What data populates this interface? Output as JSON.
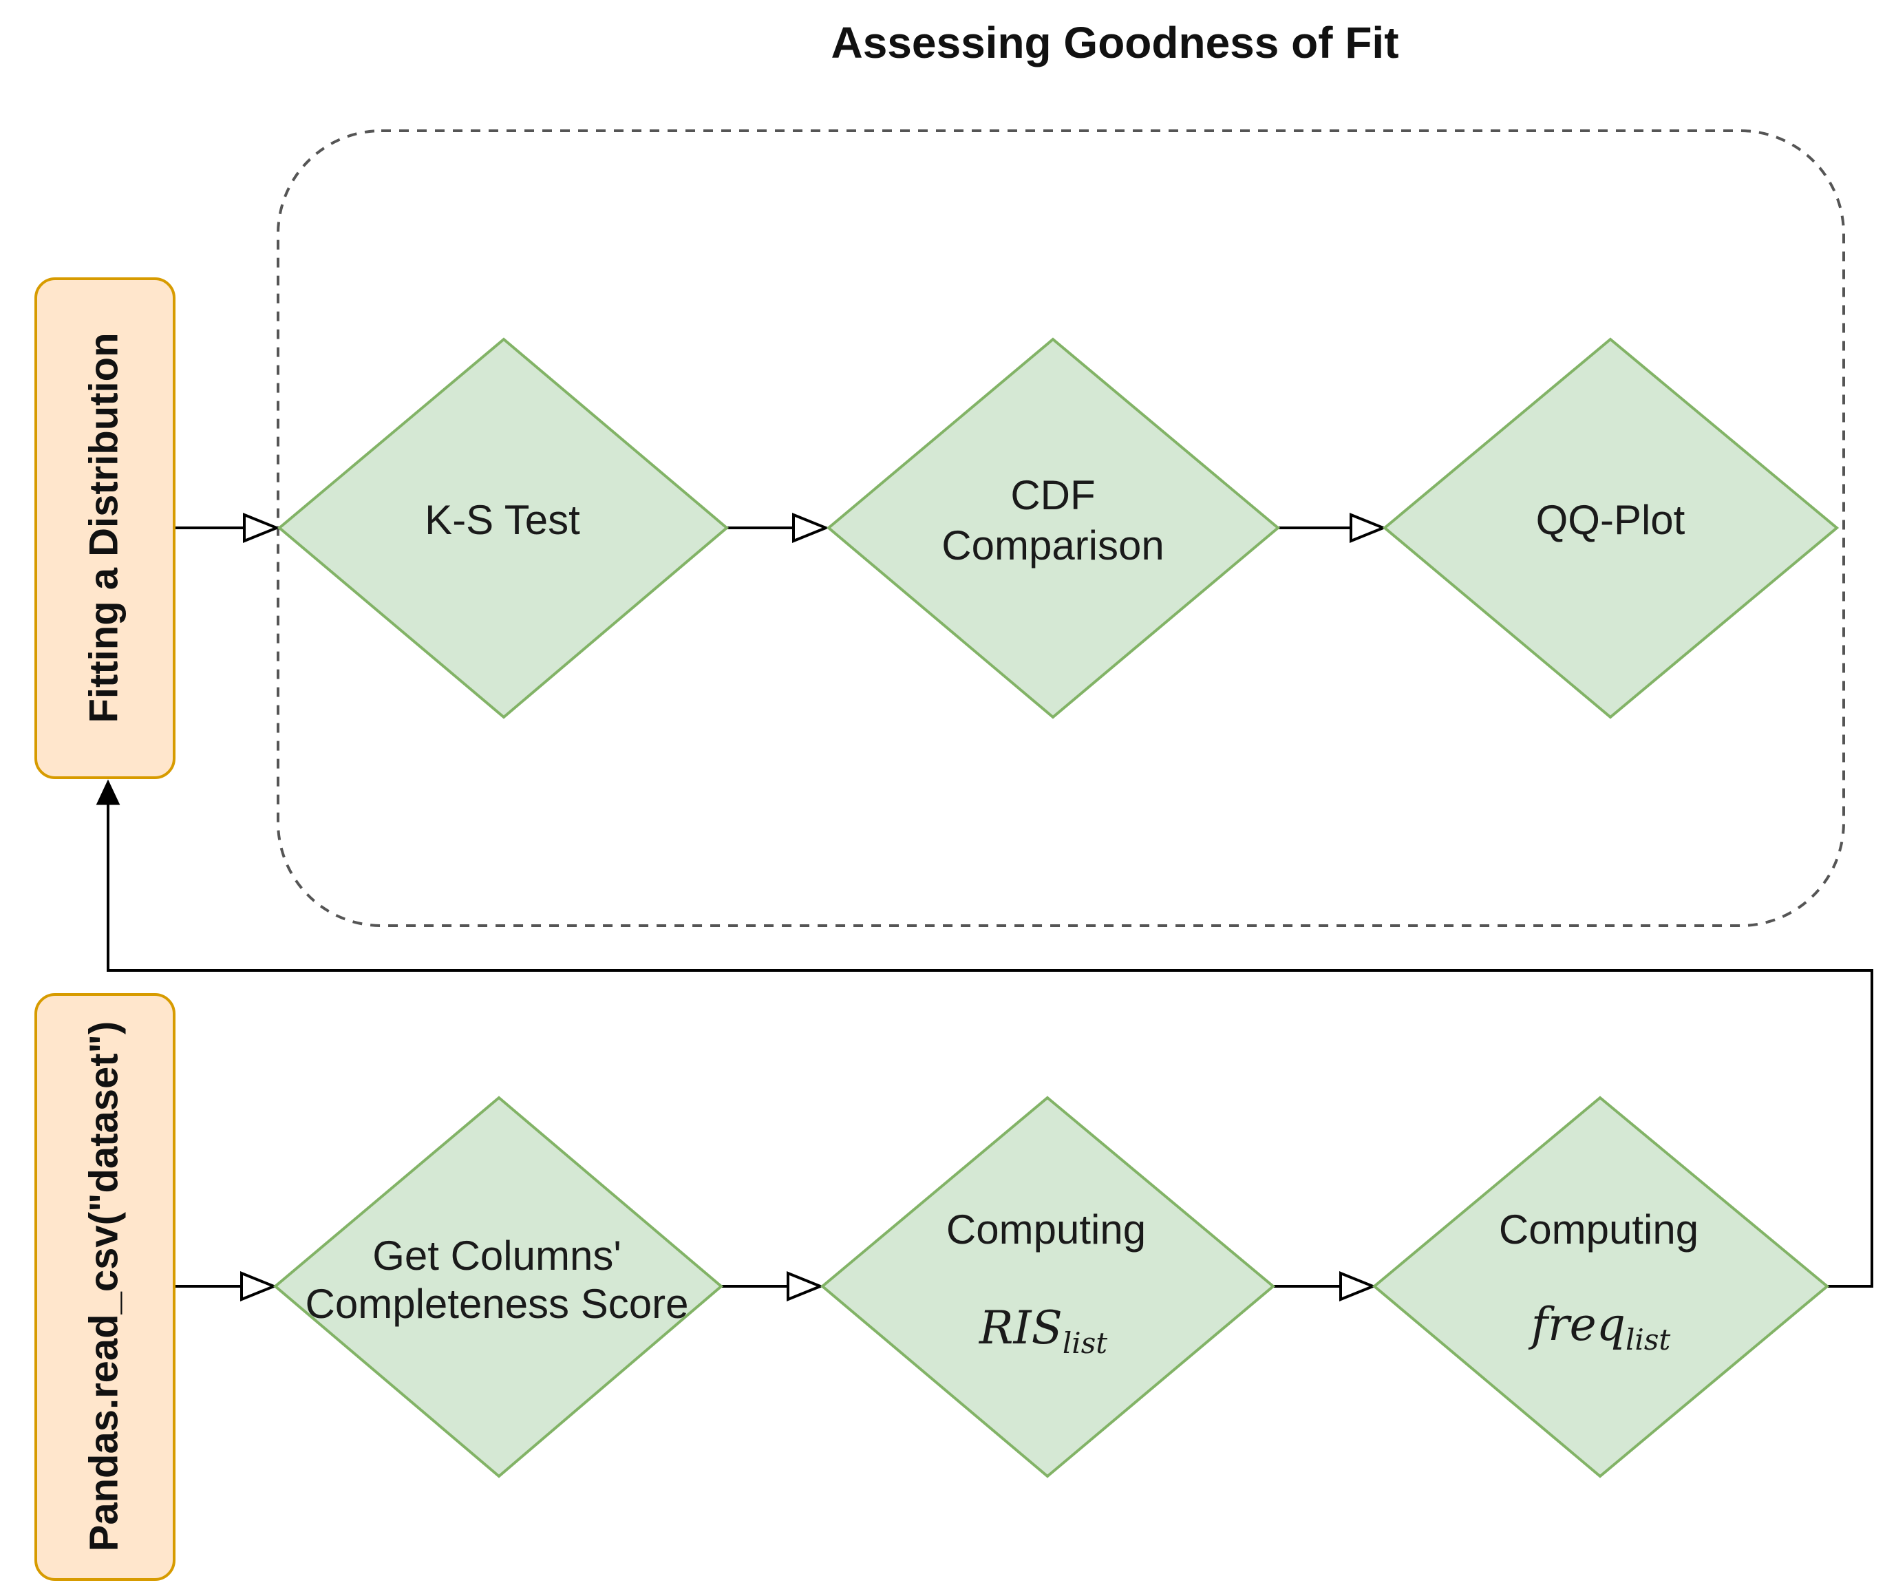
{
  "diagram": {
    "title": "Assessing Goodness of Fit",
    "side_boxes": {
      "fitting": "Fitting a Distribution",
      "pandas": "Pandas.read_csv(\"dataset\")"
    },
    "top_row": [
      {
        "line1": "K-S Test",
        "line2": ""
      },
      {
        "line1": "CDF",
        "line2": "Comparison"
      },
      {
        "line1": "QQ-Plot",
        "line2": ""
      }
    ],
    "bottom_row": [
      {
        "line1": "Get Columns'",
        "line2": "Completeness Score"
      },
      {
        "line1": "Computing",
        "math": "RIS",
        "sub": "list"
      },
      {
        "line1": "Computing",
        "math": "freq",
        "sub": "list"
      }
    ],
    "colors": {
      "process_fill": "#d5e8d4",
      "process_stroke": "#82b366",
      "io_fill": "#ffe6cc",
      "io_stroke": "#d79b00",
      "group_stroke": "#555555"
    }
  }
}
